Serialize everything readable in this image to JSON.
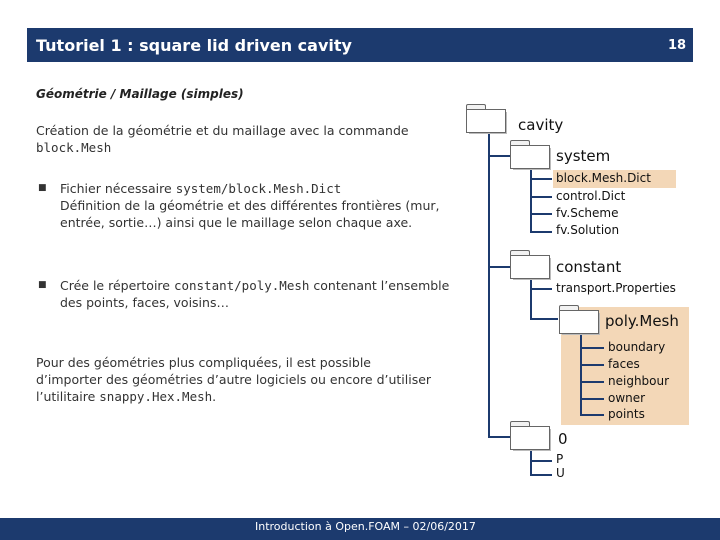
{
  "header": {
    "title": "Tutoriel 1 : square lid driven cavity",
    "slide_number": "18"
  },
  "section_title": "Géométrie / Maillage (simples)",
  "intro": {
    "text": "Création de la géométrie et du maillage avec la commande ",
    "code": "block.Mesh"
  },
  "bullets": [
    {
      "text_before": "Fichier nécessaire ",
      "code": "system/block.Mesh.Dict",
      "text_after": "Définition de la géométrie et des différentes frontières (mur, entrée, sortie…) ainsi que le maillage selon chaque axe."
    },
    {
      "text_before": "Crée le répertoire ",
      "code": "constant/poly.Mesh",
      "text_after": " contenant l’ensemble des points, faces, voisins…"
    }
  ],
  "outro": {
    "text": "Pour des géométries plus compliquées, il est possible d’importer des géométries d’autre logiciels ou encore d’utiliser l’utilitaire ",
    "code": "snappy.Hex.Mesh",
    "end": "."
  },
  "tree": {
    "root": "cavity",
    "system": {
      "label": "system",
      "files": [
        "block.Mesh.Dict",
        "control.Dict",
        "fv.Scheme",
        "fv.Solution"
      ]
    },
    "constant": {
      "label": "constant",
      "files": [
        "transport.Properties"
      ]
    },
    "polymesh": {
      "label": "poly.Mesh",
      "files": [
        "boundary",
        "faces",
        "neighbour",
        "owner",
        "points"
      ]
    },
    "zero": {
      "label": "0",
      "files": [
        "P",
        "U"
      ]
    }
  },
  "colors": {
    "accent": "#1c3a6e",
    "highlight": "#f3d7b7"
  },
  "footer": {
    "text": "Introduction à Open.FOAM – 02/06/2017"
  }
}
